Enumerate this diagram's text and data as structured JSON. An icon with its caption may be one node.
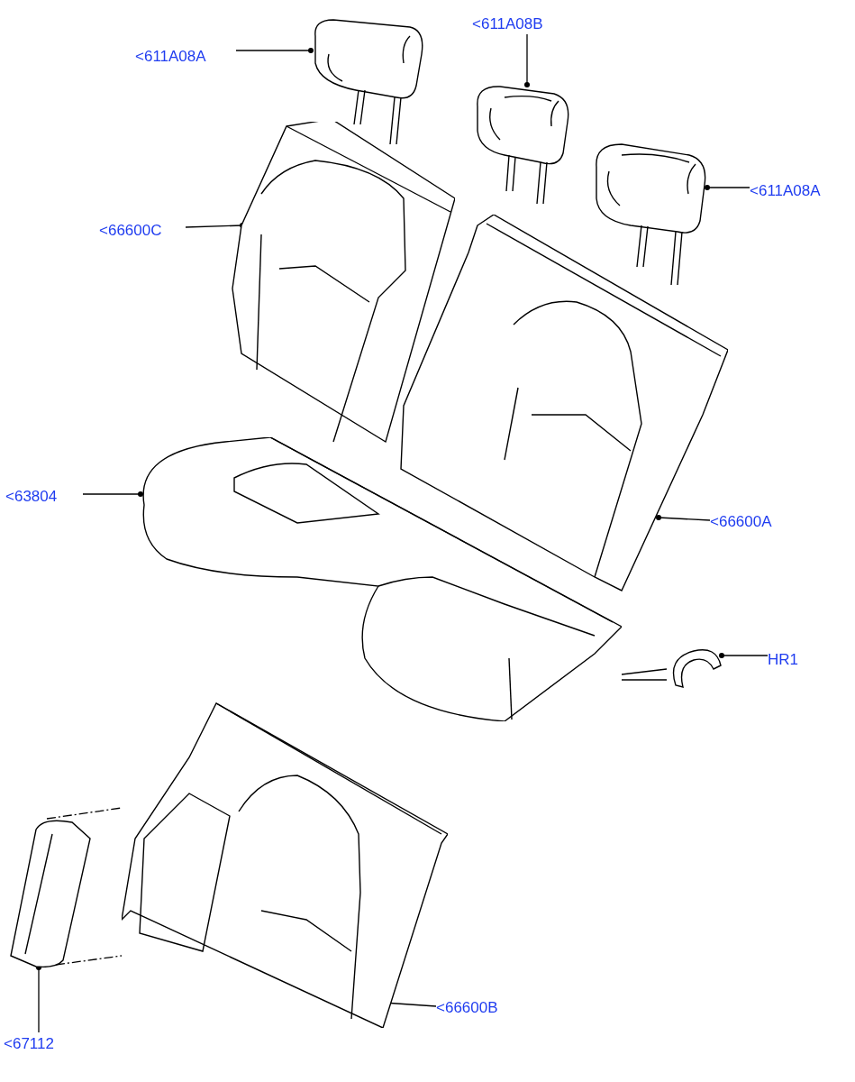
{
  "diagram": {
    "nodes": [
      {
        "text": [
          "<611A08A"
        ]
      },
      {
        "text": [],
        "shape": "picture"
      },
      {
        "text": [
          "<611A08B"
        ]
      },
      {
        "text": [],
        "shape": "picture"
      },
      {
        "text": [
          "<611A08A"
        ]
      },
      {
        "text": [],
        "shape": "picture"
      },
      {
        "text": [
          "<66600C"
        ]
      },
      {
        "text": [],
        "shape": "picture"
      },
      {
        "text": [
          "<63804"
        ]
      },
      {
        "text": [],
        "shape": "picture"
      },
      {
        "text": [
          "<66600A"
        ]
      },
      {
        "text": [],
        "shape": "picture"
      },
      {
        "text": [
          "HR1"
        ]
      },
      {
        "text": [],
        "shape": "picture"
      },
      {
        "text": [
          "<67112"
        ]
      },
      {
        "text": [],
        "shape": "picture"
      },
      {
        "text": [
          "<66600B"
        ]
      },
      {
        "text": [],
        "shape": "picture"
      }
    ],
    "edges": [
      {
        "from": 0,
        "to": 1,
        "arrow": "other"
      },
      {
        "from": 2,
        "to": 3,
        "arrow": "other"
      },
      {
        "from": 4,
        "to": 5,
        "arrow": "other"
      },
      {
        "from": 6,
        "to": 7,
        "arrow": "other"
      },
      {
        "from": 8,
        "to": 9,
        "arrow": "other"
      },
      {
        "from": 10,
        "to": 11,
        "arrow": "other"
      },
      {
        "from": 12,
        "to": 13,
        "arrow": "other"
      },
      {
        "from": 14,
        "to": 15,
        "arrow": "other"
      },
      {
        "from": 16,
        "to": 17,
        "arrow": "other"
      },
      {
        "from": 15,
        "to": 17,
        "arrow": "none",
        "style": "dashed"
      },
      {
        "from": 15,
        "to": 17,
        "arrow": "none",
        "style": "dashed"
      },
      {
        "from": 13,
        "to": 9,
        "arrow": "none"
      },
      {
        "from": 13,
        "to": 9,
        "arrow": "none"
      }
    ]
  }
}
